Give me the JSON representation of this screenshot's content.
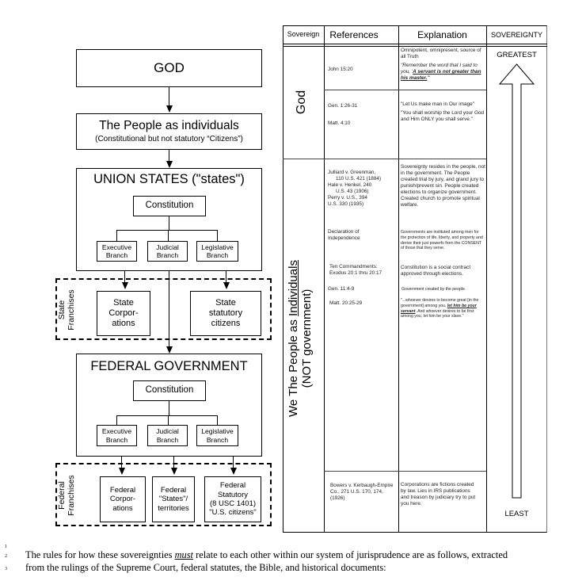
{
  "diagram": {
    "god": "GOD",
    "people": {
      "title": "The People as individuals",
      "subtitle": "(Constitutional but not statutory “Citizens”)"
    },
    "union_states": {
      "title": "UNION STATES (\"states\")",
      "constitution": "Constitution",
      "branches": [
        {
          "line1": "Executive",
          "line2": "Branch"
        },
        {
          "line1": "Judicial",
          "line2": "Branch"
        },
        {
          "line1": "Legislative",
          "line2": "Branch"
        }
      ]
    },
    "state_franchises": {
      "label_line1": "State",
      "label_line2": "Franchises",
      "items": [
        {
          "lines": [
            "State",
            "Corpor-",
            "ations"
          ]
        },
        {
          "lines": [
            "State",
            "statutory",
            "citizens"
          ]
        }
      ]
    },
    "federal_government": {
      "title": "FEDERAL GOVERNMENT",
      "constitution": "Constitution",
      "branches": [
        {
          "line1": "Executive",
          "line2": "Branch"
        },
        {
          "line1": "Judicial",
          "line2": "Branch"
        },
        {
          "line1": "Legislative",
          "line2": "Branch"
        }
      ]
    },
    "federal_franchises": {
      "label_line1": "Federal",
      "label_line2": "Franchises",
      "items": [
        {
          "lines": [
            "Federal",
            "Corpor-",
            "ations"
          ]
        },
        {
          "lines": [
            "Federal",
            "\"States\"/",
            "territories"
          ]
        },
        {
          "lines": [
            "Federal",
            "Statutory",
            "(8 USC 1401)",
            "\"U.S. citizens\""
          ]
        }
      ]
    }
  },
  "table": {
    "headers": {
      "sovereign": "Sovereign",
      "references": "References",
      "explanation": "Explanation",
      "sovereignty": "SOVEREIGNTY"
    },
    "sovereignty_scale": {
      "top": "GREATEST",
      "bottom": "LEAST"
    },
    "groups": [
      {
        "sovereign": "God",
        "rows": [
          {
            "references": [
              "John 15:20"
            ],
            "explanation": {
              "line1": "Omnipotent, omnipresent, source of all Truth",
              "quote_prefix": "\"Remember the word that I said to you, '",
              "quote_emphasis": "A servant is not greater than his master.",
              "quote_suffix": "'\""
            }
          },
          {
            "references": [
              "Gen. 1:26-31",
              "Matt. 4:10"
            ],
            "explanation": {
              "para1": "\"Let Us make man in Our image\"",
              "para2": "\"You shall worship the Lord your God and Him ONLY you shall serve.\""
            }
          }
        ]
      },
      {
        "sovereign_line1_prefix": "We The People as ",
        "sovereign_line1_emphasis": "Individuals",
        "sovereign_line2": "(NOT government)",
        "rows": [
          {
            "references": [
              "Julliard v. Greenman,",
              "110 U.S. 421 (1884)",
              "Hale v. Henkel, 240",
              "U.S. 43 (1906)",
              "Perry v. U.S., 394",
              "U.S. 330 (1935)",
              "Declaration of",
              "Independence",
              "Ten Commandments:",
              "Exodus 20:1 thru 20:17",
              "Gen. 11:4-9",
              "Matt. 20:25-29"
            ],
            "explanation": {
              "sovereignty": "Sovereignty resides in the people, not in the government. The People created trial by jury, and grand jury to punish/prevent sin. People created elections to organize government. Created church to promote spiritual welfare.",
              "declaration": "Governments are instituted among men for the protection of life, liberty, and property and derive their just powerfs from the CONSENT of those that they serve.",
              "constitution": "Constitution is a social contract approved through elections.",
              "created": "Government created by the people.",
              "matt_prefix": "\"...whoever desires to become great [in the government] among you, ",
              "matt_emphasis": "let him be your servant",
              "matt_suffix": ". And whoever desires to be first among you, let him be your slave.\""
            }
          },
          {
            "references": [
              "Bowers v. Kerbaugh-Empire Co., 271 U.S. 170, 174, (1926)"
            ],
            "explanation": {
              "text": "Corporations are fictions created by law. Lies in IRS publications and treason by judiciary try to put you here."
            }
          }
        ]
      }
    ]
  },
  "footer": {
    "line_numbers": [
      "1",
      "2",
      "3"
    ],
    "line2_prefix": "The rules for how these sovereignties ",
    "line2_emphasis": "must",
    "line2_suffix": " relate to each other within our system of jurisprudence are as follows, extracted",
    "line3": "from the rulings of the Supreme Court, federal statutes, the Bible, and historical documents:"
  }
}
